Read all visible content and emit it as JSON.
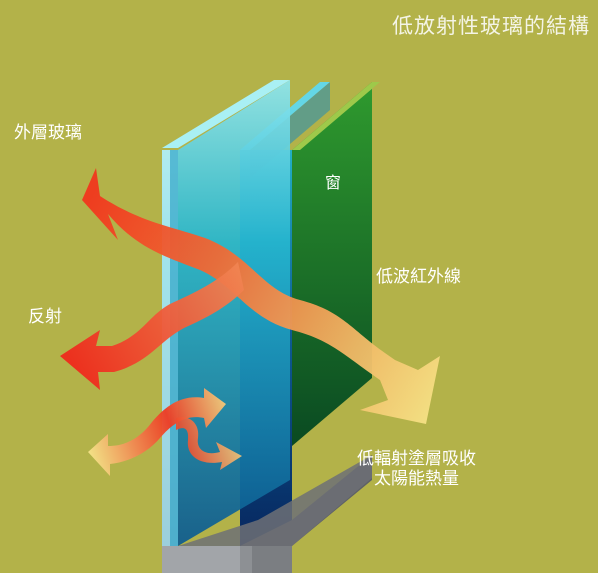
{
  "title": "低放射性玻璃的結構",
  "labels": {
    "outer_glass": "外層玻璃",
    "reflection": "反射",
    "window": "窗",
    "low_wave_infrared": "低波紅外線",
    "coating_absorbs_line1": "低輻射塗層吸收",
    "coating_absorbs_line2": "太陽能熱量"
  },
  "colors": {
    "background": "#b3b249",
    "glass_outer": "#1fa6c8",
    "glass_inner": "#0a3d8a",
    "green_pane": "#1a8a2a",
    "frame": "#9a9ea2",
    "arrow_hot": "#f03a1e",
    "arrow_cool": "#f5e082"
  }
}
